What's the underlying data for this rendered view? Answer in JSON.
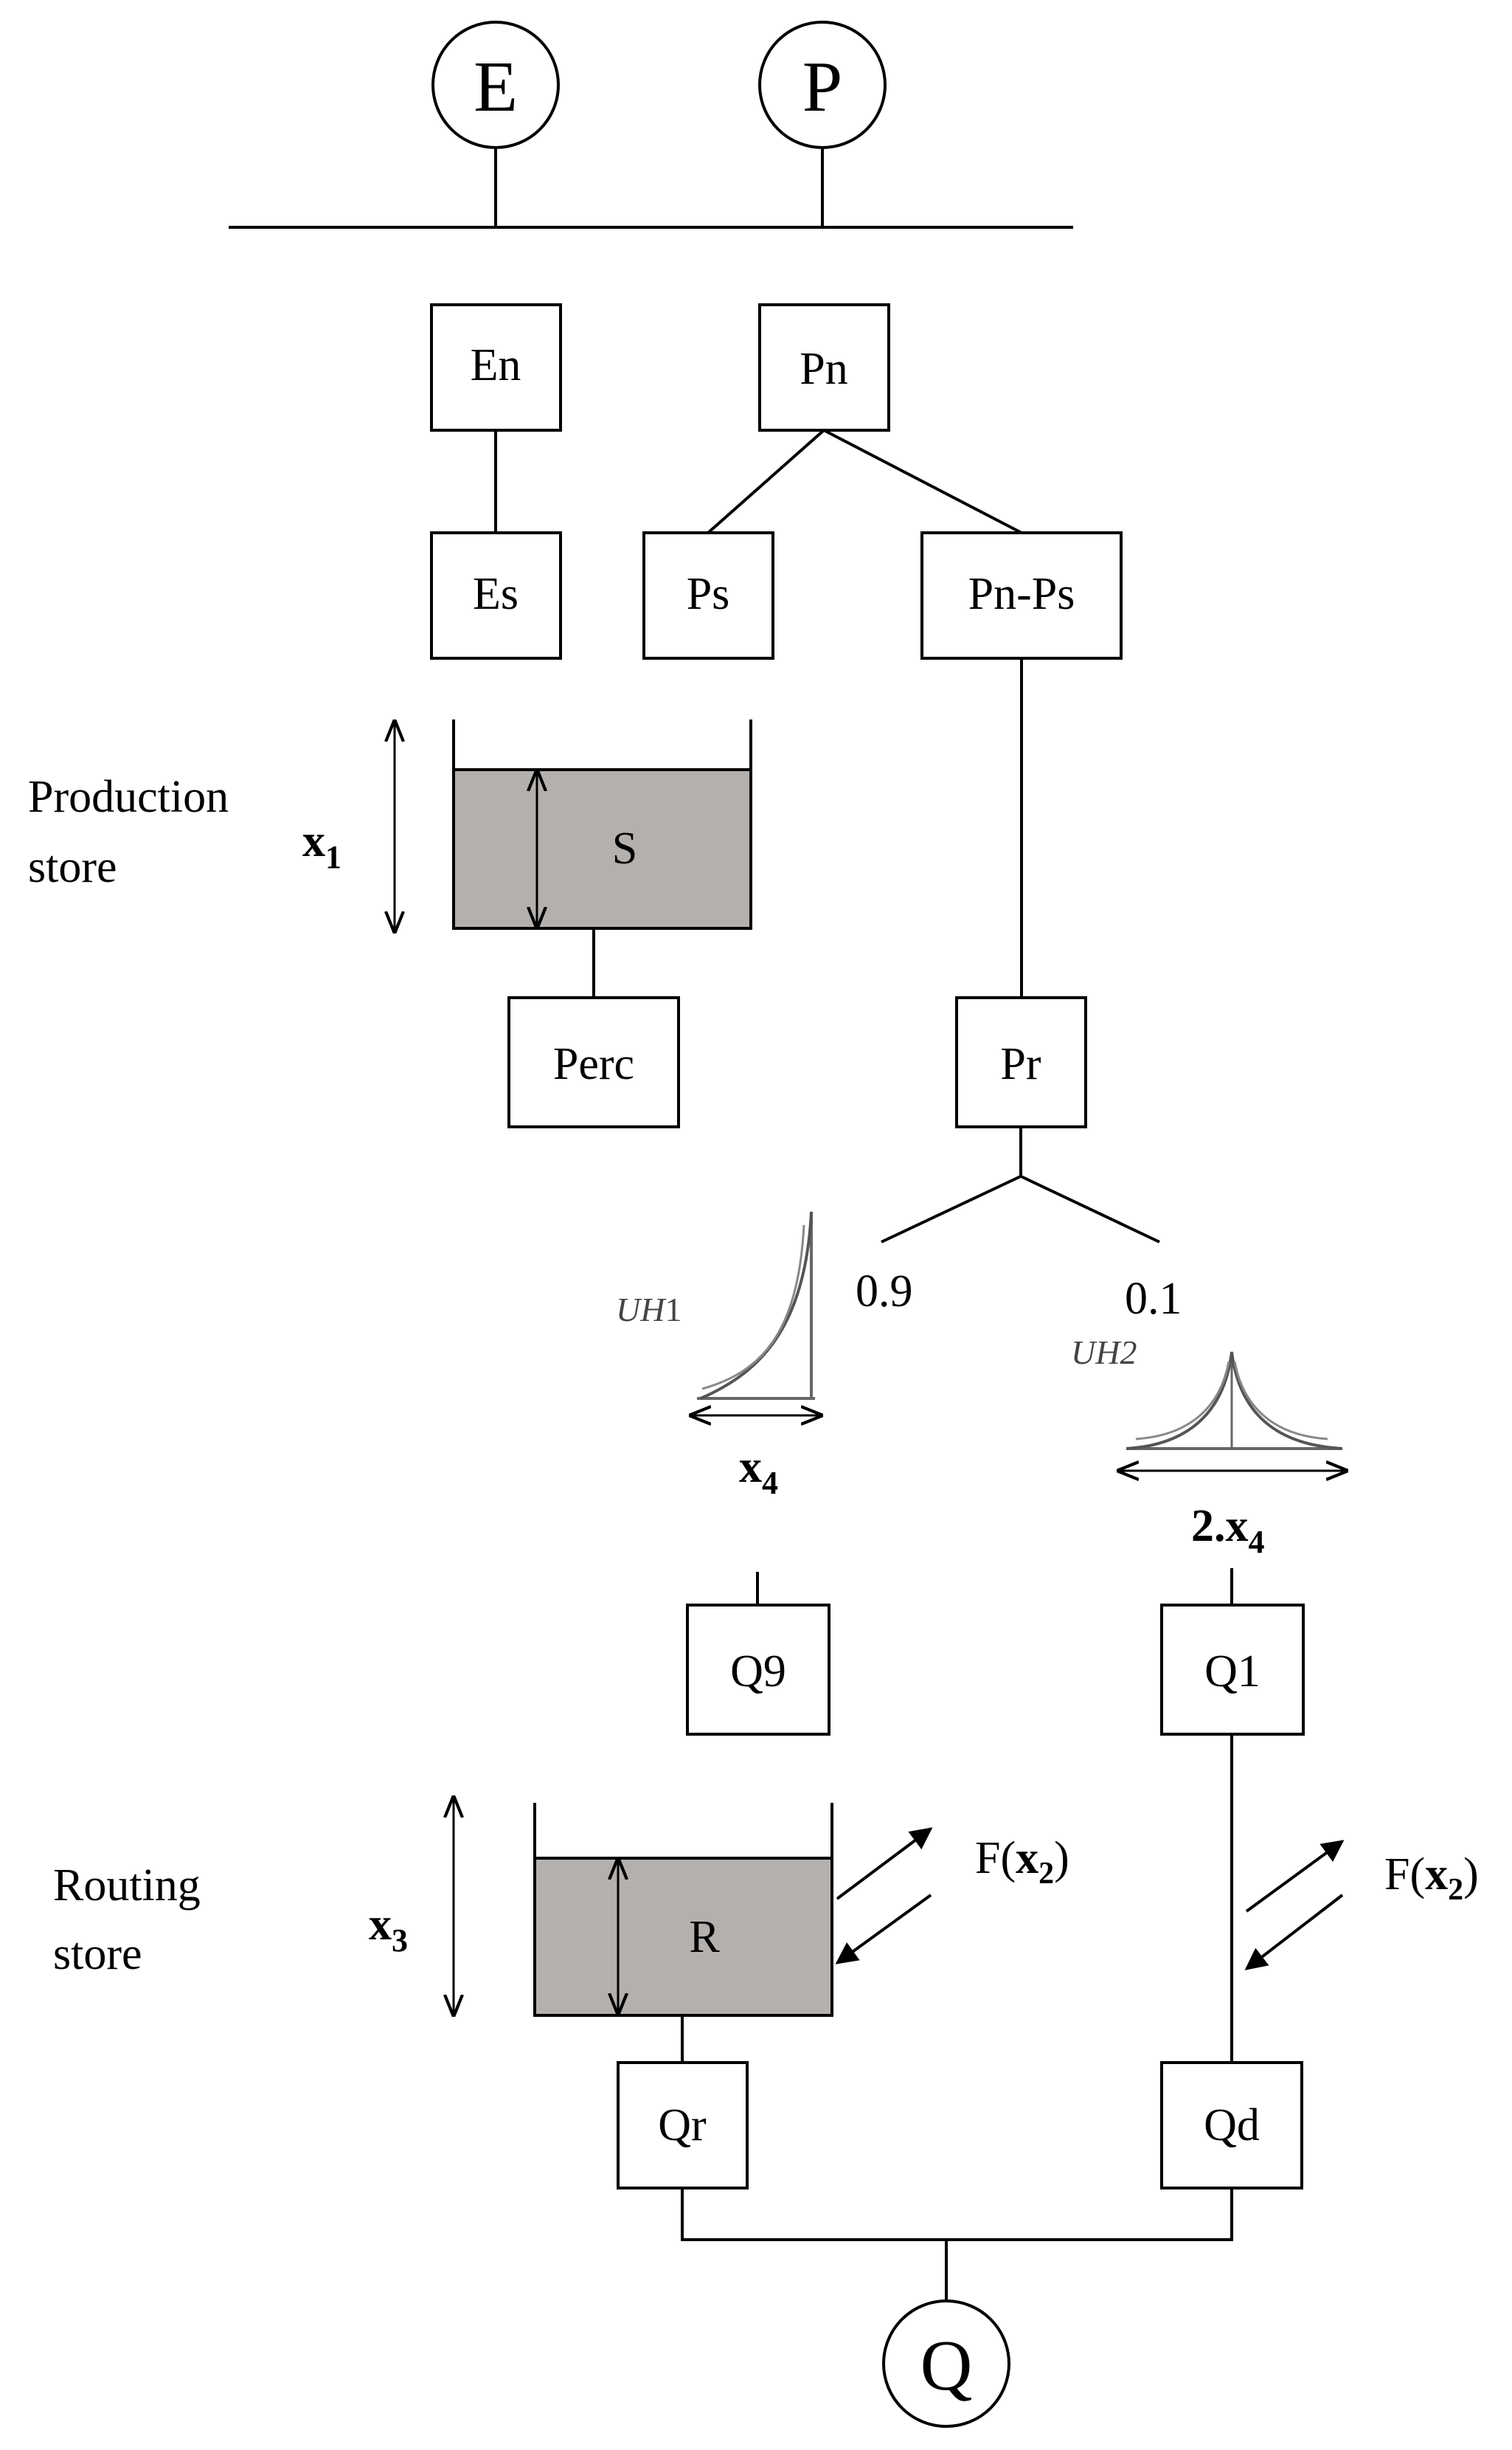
{
  "inputs": {
    "evap": "E",
    "precip": "P"
  },
  "boxes": {
    "en": "En",
    "pn": "Pn",
    "es": "Es",
    "ps": "Ps",
    "pn_ps": "Pn-Ps",
    "s": "S",
    "perc": "Perc",
    "pr": "Pr",
    "q9": "Q9",
    "q1": "Q1",
    "r": "R",
    "qr": "Qr",
    "qd": "Qd"
  },
  "output": "Q",
  "production_store": {
    "line1": "Production",
    "line2": "store",
    "param": "x",
    "param_sub": "1"
  },
  "routing_store": {
    "line1": "Routing",
    "line2": "store",
    "param": "x",
    "param_sub": "3"
  },
  "split": {
    "left": "0.9",
    "right": "0.1"
  },
  "uh1": {
    "label_a": "UH",
    "label_b": "1",
    "param": "x",
    "param_sub": "4"
  },
  "uh2": {
    "label": "UH2",
    "param_prefix": "2.",
    "param": "x",
    "param_sub": "4"
  },
  "exchange": {
    "fn": "F(",
    "param": "x",
    "param_sub": "2",
    "close": ")"
  }
}
